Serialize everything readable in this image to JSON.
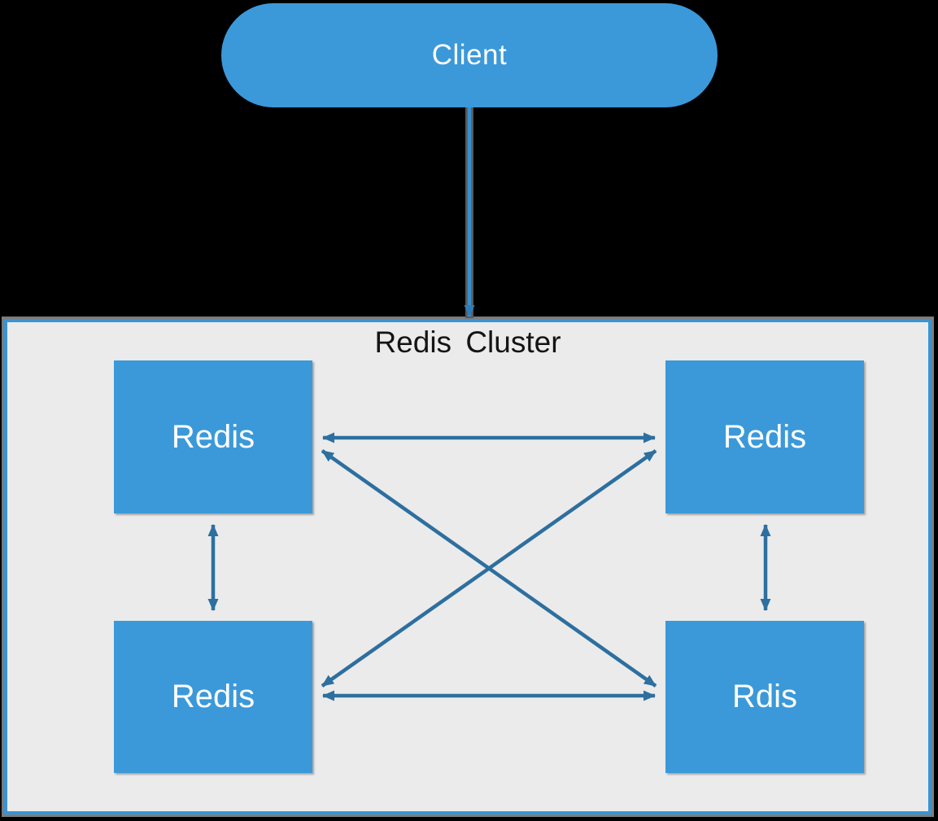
{
  "diagram": {
    "client": {
      "label": "Client"
    },
    "cluster": {
      "title": "Redis Cluster",
      "nodes": [
        {
          "id": "top-left",
          "label": "Redis"
        },
        {
          "id": "top-right",
          "label": "Redis"
        },
        {
          "id": "bottom-left",
          "label": "Redis"
        },
        {
          "id": "bottom-right",
          "label": "Rdis"
        }
      ]
    },
    "edges": [
      {
        "from": "client",
        "to": "cluster",
        "type": "arrow"
      },
      {
        "from": "top-left",
        "to": "top-right",
        "type": "double-arrow"
      },
      {
        "from": "bottom-left",
        "to": "bottom-right",
        "type": "double-arrow"
      },
      {
        "from": "top-left",
        "to": "bottom-left",
        "type": "double-arrow"
      },
      {
        "from": "top-right",
        "to": "bottom-right",
        "type": "double-arrow"
      },
      {
        "from": "top-left",
        "to": "bottom-right",
        "type": "double-arrow"
      },
      {
        "from": "top-right",
        "to": "bottom-left",
        "type": "double-arrow"
      }
    ],
    "colors": {
      "background": "#000000",
      "node_fill": "#3b99d9",
      "node_text": "#ffffff",
      "cluster_background": "#ebebeb",
      "cluster_border": "#3894d3",
      "outer_shadow": "#7c7c7c",
      "arrow": "#2d6f9f",
      "client_connector": "#3590d0",
      "title_text": "#141414"
    }
  }
}
